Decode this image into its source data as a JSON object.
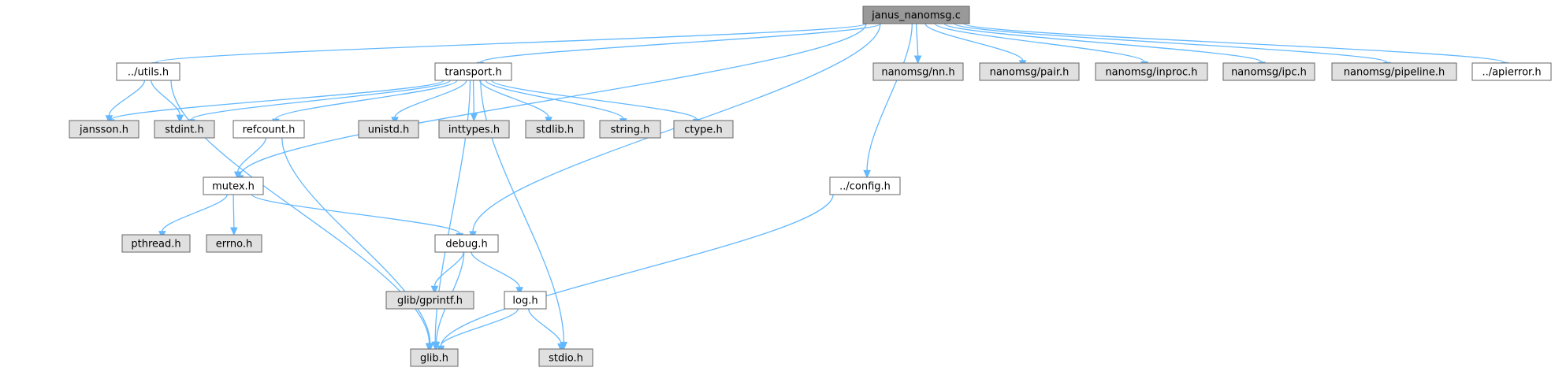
{
  "colors": {
    "root_fill": "#999999",
    "linked_fill": "#ffffff",
    "external_fill": "#e0e0e0",
    "border": "#666666",
    "edge": "#63b8ff"
  },
  "nodes": [
    {
      "id": "janus_nanomsg",
      "label": "janus_nanomsg.c",
      "kind": "root"
    },
    {
      "id": "utils",
      "label": "../utils.h",
      "kind": "linked"
    },
    {
      "id": "transport",
      "label": "transport.h",
      "kind": "linked"
    },
    {
      "id": "nn",
      "label": "nanomsg/nn.h",
      "kind": "external"
    },
    {
      "id": "pair",
      "label": "nanomsg/pair.h",
      "kind": "external"
    },
    {
      "id": "inproc",
      "label": "nanomsg/inproc.h",
      "kind": "external"
    },
    {
      "id": "ipc",
      "label": "nanomsg/ipc.h",
      "kind": "external"
    },
    {
      "id": "pipeline",
      "label": "nanomsg/pipeline.h",
      "kind": "external"
    },
    {
      "id": "apierror",
      "label": "../apierror.h",
      "kind": "linked"
    },
    {
      "id": "jansson",
      "label": "jansson.h",
      "kind": "external"
    },
    {
      "id": "stdint",
      "label": "stdint.h",
      "kind": "external"
    },
    {
      "id": "refcount",
      "label": "refcount.h",
      "kind": "linked"
    },
    {
      "id": "unistd",
      "label": "unistd.h",
      "kind": "external"
    },
    {
      "id": "inttypes",
      "label": "inttypes.h",
      "kind": "external"
    },
    {
      "id": "stdlib",
      "label": "stdlib.h",
      "kind": "external"
    },
    {
      "id": "string",
      "label": "string.h",
      "kind": "external"
    },
    {
      "id": "ctype",
      "label": "ctype.h",
      "kind": "external"
    },
    {
      "id": "config",
      "label": "../config.h",
      "kind": "linked"
    },
    {
      "id": "mutex",
      "label": "mutex.h",
      "kind": "linked"
    },
    {
      "id": "pthread",
      "label": "pthread.h",
      "kind": "external"
    },
    {
      "id": "errno",
      "label": "errno.h",
      "kind": "external"
    },
    {
      "id": "debug",
      "label": "debug.h",
      "kind": "linked"
    },
    {
      "id": "gprintf",
      "label": "glib/gprintf.h",
      "kind": "external"
    },
    {
      "id": "log",
      "label": "log.h",
      "kind": "linked"
    },
    {
      "id": "glib",
      "label": "glib.h",
      "kind": "external"
    },
    {
      "id": "stdio",
      "label": "stdio.h",
      "kind": "external"
    }
  ],
  "edges": [
    {
      "from": "janus_nanomsg",
      "to": "utils"
    },
    {
      "from": "janus_nanomsg",
      "to": "transport"
    },
    {
      "from": "janus_nanomsg",
      "to": "mutex"
    },
    {
      "from": "janus_nanomsg",
      "to": "debug"
    },
    {
      "from": "janus_nanomsg",
      "to": "config"
    },
    {
      "from": "janus_nanomsg",
      "to": "nn"
    },
    {
      "from": "janus_nanomsg",
      "to": "pair"
    },
    {
      "from": "janus_nanomsg",
      "to": "inproc"
    },
    {
      "from": "janus_nanomsg",
      "to": "ipc"
    },
    {
      "from": "janus_nanomsg",
      "to": "pipeline"
    },
    {
      "from": "janus_nanomsg",
      "to": "apierror"
    },
    {
      "from": "utils",
      "to": "jansson"
    },
    {
      "from": "utils",
      "to": "stdint"
    },
    {
      "from": "utils",
      "to": "glib"
    },
    {
      "from": "transport",
      "to": "jansson"
    },
    {
      "from": "transport",
      "to": "stdint"
    },
    {
      "from": "transport",
      "to": "refcount"
    },
    {
      "from": "transport",
      "to": "unistd"
    },
    {
      "from": "transport",
      "to": "inttypes"
    },
    {
      "from": "transport",
      "to": "stdlib"
    },
    {
      "from": "transport",
      "to": "string"
    },
    {
      "from": "transport",
      "to": "ctype"
    },
    {
      "from": "transport",
      "to": "glib"
    },
    {
      "from": "transport",
      "to": "stdio"
    },
    {
      "from": "refcount",
      "to": "mutex"
    },
    {
      "from": "refcount",
      "to": "glib"
    },
    {
      "from": "mutex",
      "to": "pthread"
    },
    {
      "from": "mutex",
      "to": "errno"
    },
    {
      "from": "mutex",
      "to": "debug"
    },
    {
      "from": "debug",
      "to": "gprintf"
    },
    {
      "from": "debug",
      "to": "log"
    },
    {
      "from": "debug",
      "to": "glib"
    },
    {
      "from": "log",
      "to": "glib"
    },
    {
      "from": "log",
      "to": "stdio"
    },
    {
      "from": "config",
      "to": "glib"
    }
  ]
}
